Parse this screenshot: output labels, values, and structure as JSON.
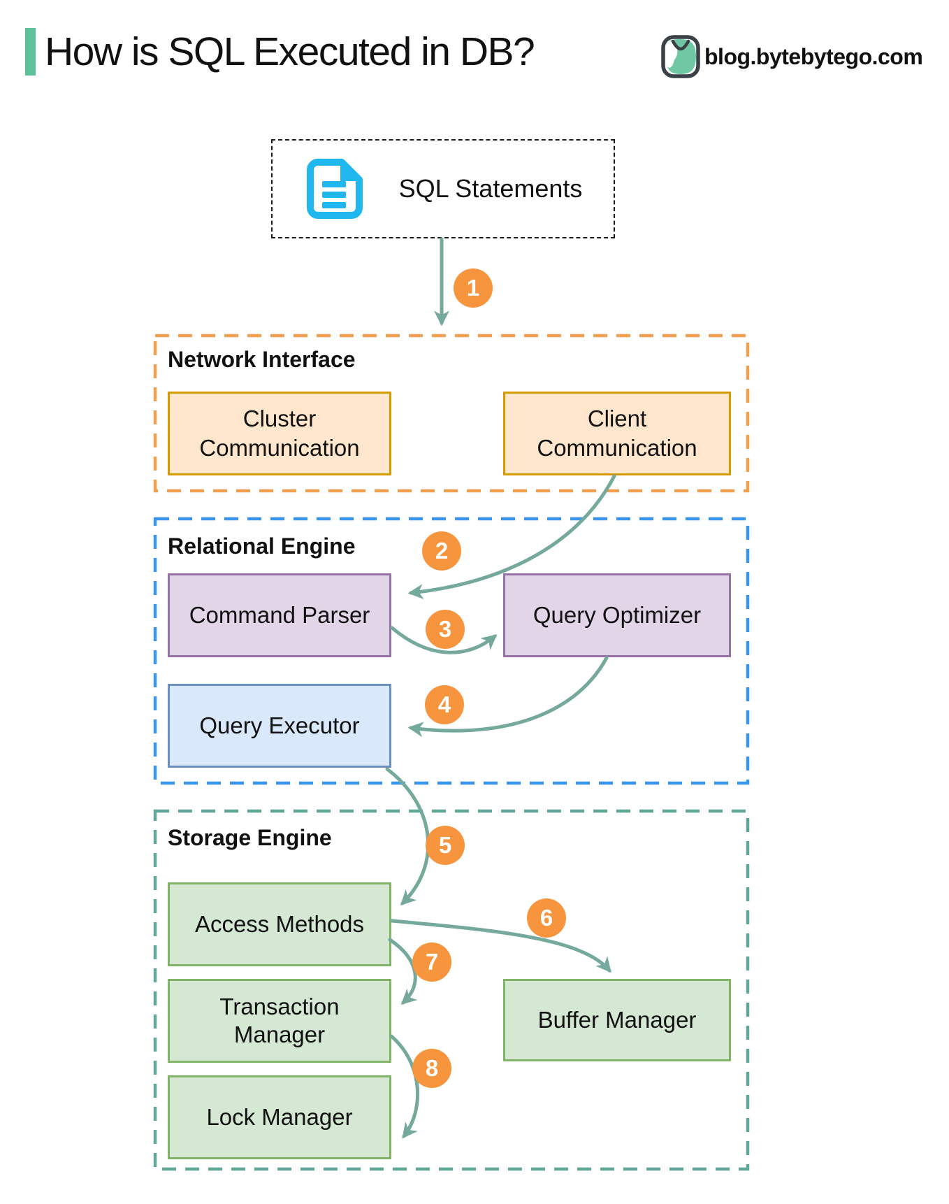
{
  "header": {
    "title": "How is SQL Executed in DB?",
    "logo_text": "blog.bytebytego.com"
  },
  "diagram": {
    "source_box": {
      "label": "SQL Statements"
    },
    "sections": [
      {
        "label": "Network Interface"
      },
      {
        "label": "Relational Engine"
      },
      {
        "label": "Storage Engine"
      }
    ],
    "nodes": {
      "cluster": {
        "l1": "Cluster",
        "l2": "Communication"
      },
      "client": {
        "l1": "Client",
        "l2": "Communication"
      },
      "parser": {
        "l1": "Command Parser"
      },
      "optimizer": {
        "l1": "Query Optimizer"
      },
      "executor": {
        "l1": "Query Executor"
      },
      "access": {
        "l1": "Access Methods"
      },
      "transaction": {
        "l1": "Transaction",
        "l2": "Manager"
      },
      "buffer": {
        "l1": "Buffer Manager"
      },
      "lock": {
        "l1": "Lock Manager"
      }
    },
    "steps": [
      "1",
      "2",
      "3",
      "4",
      "5",
      "6",
      "7",
      "8"
    ]
  },
  "colors": {
    "accent": "#5ec19a",
    "arrow": "#74a99b",
    "badge": "#f7943e",
    "net_border": "#f0a050",
    "rel_border": "#3b95ea",
    "sto_border": "#62a89a",
    "orange_fill": "#ffe6cc",
    "orange_stroke": "#d79b00",
    "purple_fill": "#e1d5e7",
    "purple_stroke": "#9673a6",
    "blue_fill": "#dae8fc",
    "blue_stroke": "#6c8ebf",
    "green_fill": "#d5e8d4",
    "green_stroke": "#82b366",
    "doc_icon": "#20b7ee",
    "logo_dark": "#3a4147",
    "logo_green": "#6fc7a4"
  }
}
